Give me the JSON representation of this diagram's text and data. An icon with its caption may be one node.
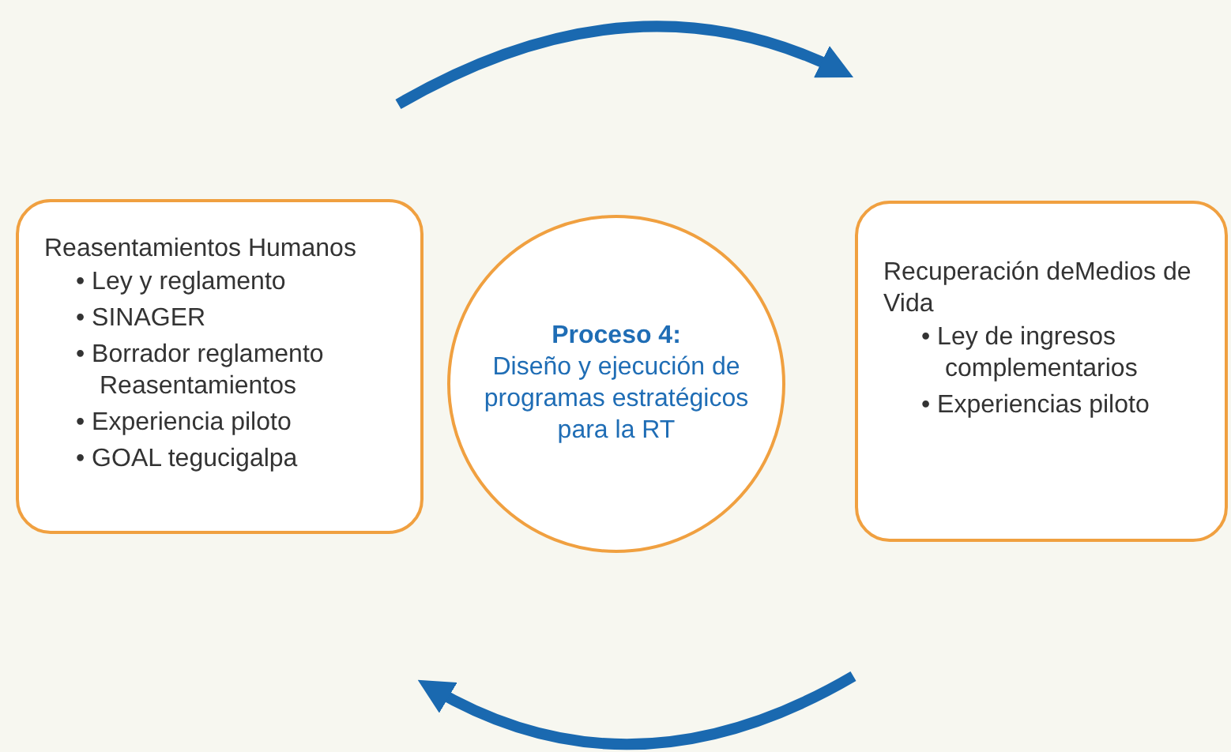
{
  "diagram": {
    "nodes": [
      {
        "text": [
          "Reasentamientos Humanos",
          "• Ley y reglamento",
          "• SINAGER",
          "• Borrador reglamento Reasentamientos",
          "• Experiencia piloto",
          "• GOAL tegucigalpa"
        ]
      },
      {
        "text": [
          "Proceso 4:",
          "Diseño y ejecución de programas estratégicos para la RT"
        ]
      },
      {
        "text": [
          "Recuperación deMedios de Vida",
          "• Ley de ingresos complementarios",
          "• Experiencias piloto"
        ]
      }
    ]
  }
}
